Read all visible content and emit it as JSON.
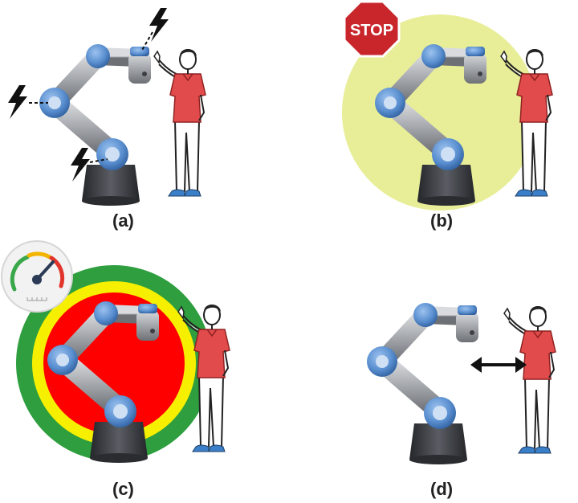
{
  "panels": [
    {
      "id": "a",
      "label": "(a)",
      "concept": "power-and-force-limiting",
      "icons": [
        "lightning-bolt-icon"
      ]
    },
    {
      "id": "b",
      "label": "(b)",
      "concept": "safety-rated-monitored-stop",
      "sign_text": "STOP",
      "zone_color": "#e8ee98"
    },
    {
      "id": "c",
      "label": "(c)",
      "concept": "speed-and-separation-monitoring",
      "icons": [
        "speedometer-icon"
      ],
      "zone_colors": {
        "outer": "#2e9e3f",
        "middle": "#f6f000",
        "inner": "#ff0000"
      }
    },
    {
      "id": "d",
      "label": "(d)",
      "concept": "hand-guiding-collaboration",
      "icons": [
        "double-arrow-icon"
      ]
    }
  ],
  "colors": {
    "robot_joint": "#5a8fd0",
    "robot_link": "#a9acb0",
    "robot_base": "#3d3f44",
    "shirt": "#e24b4b",
    "shoes": "#3b7fc9",
    "stop_sign": "#c9262c"
  }
}
